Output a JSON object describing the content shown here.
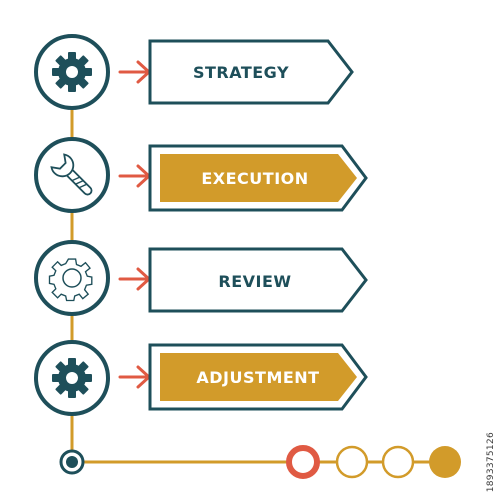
{
  "colors": {
    "teal": "#1e4f5a",
    "gold": "#d29b2a",
    "red": "#e05a43",
    "white": "#ffffff"
  },
  "steps": [
    {
      "label": "STRATEGY",
      "icon": "gear-icon",
      "style": "outline"
    },
    {
      "label": "EXECUTION",
      "icon": "wrench-icon",
      "style": "filled"
    },
    {
      "label": "REVIEW",
      "icon": "gear-outline-icon",
      "style": "outline"
    },
    {
      "label": "ADJUSTMENT",
      "icon": "gear-icon",
      "style": "filled"
    }
  ],
  "timeline": {
    "markers": [
      "start",
      "active",
      "empty",
      "empty",
      "filled"
    ]
  },
  "watermark": "1893375126"
}
